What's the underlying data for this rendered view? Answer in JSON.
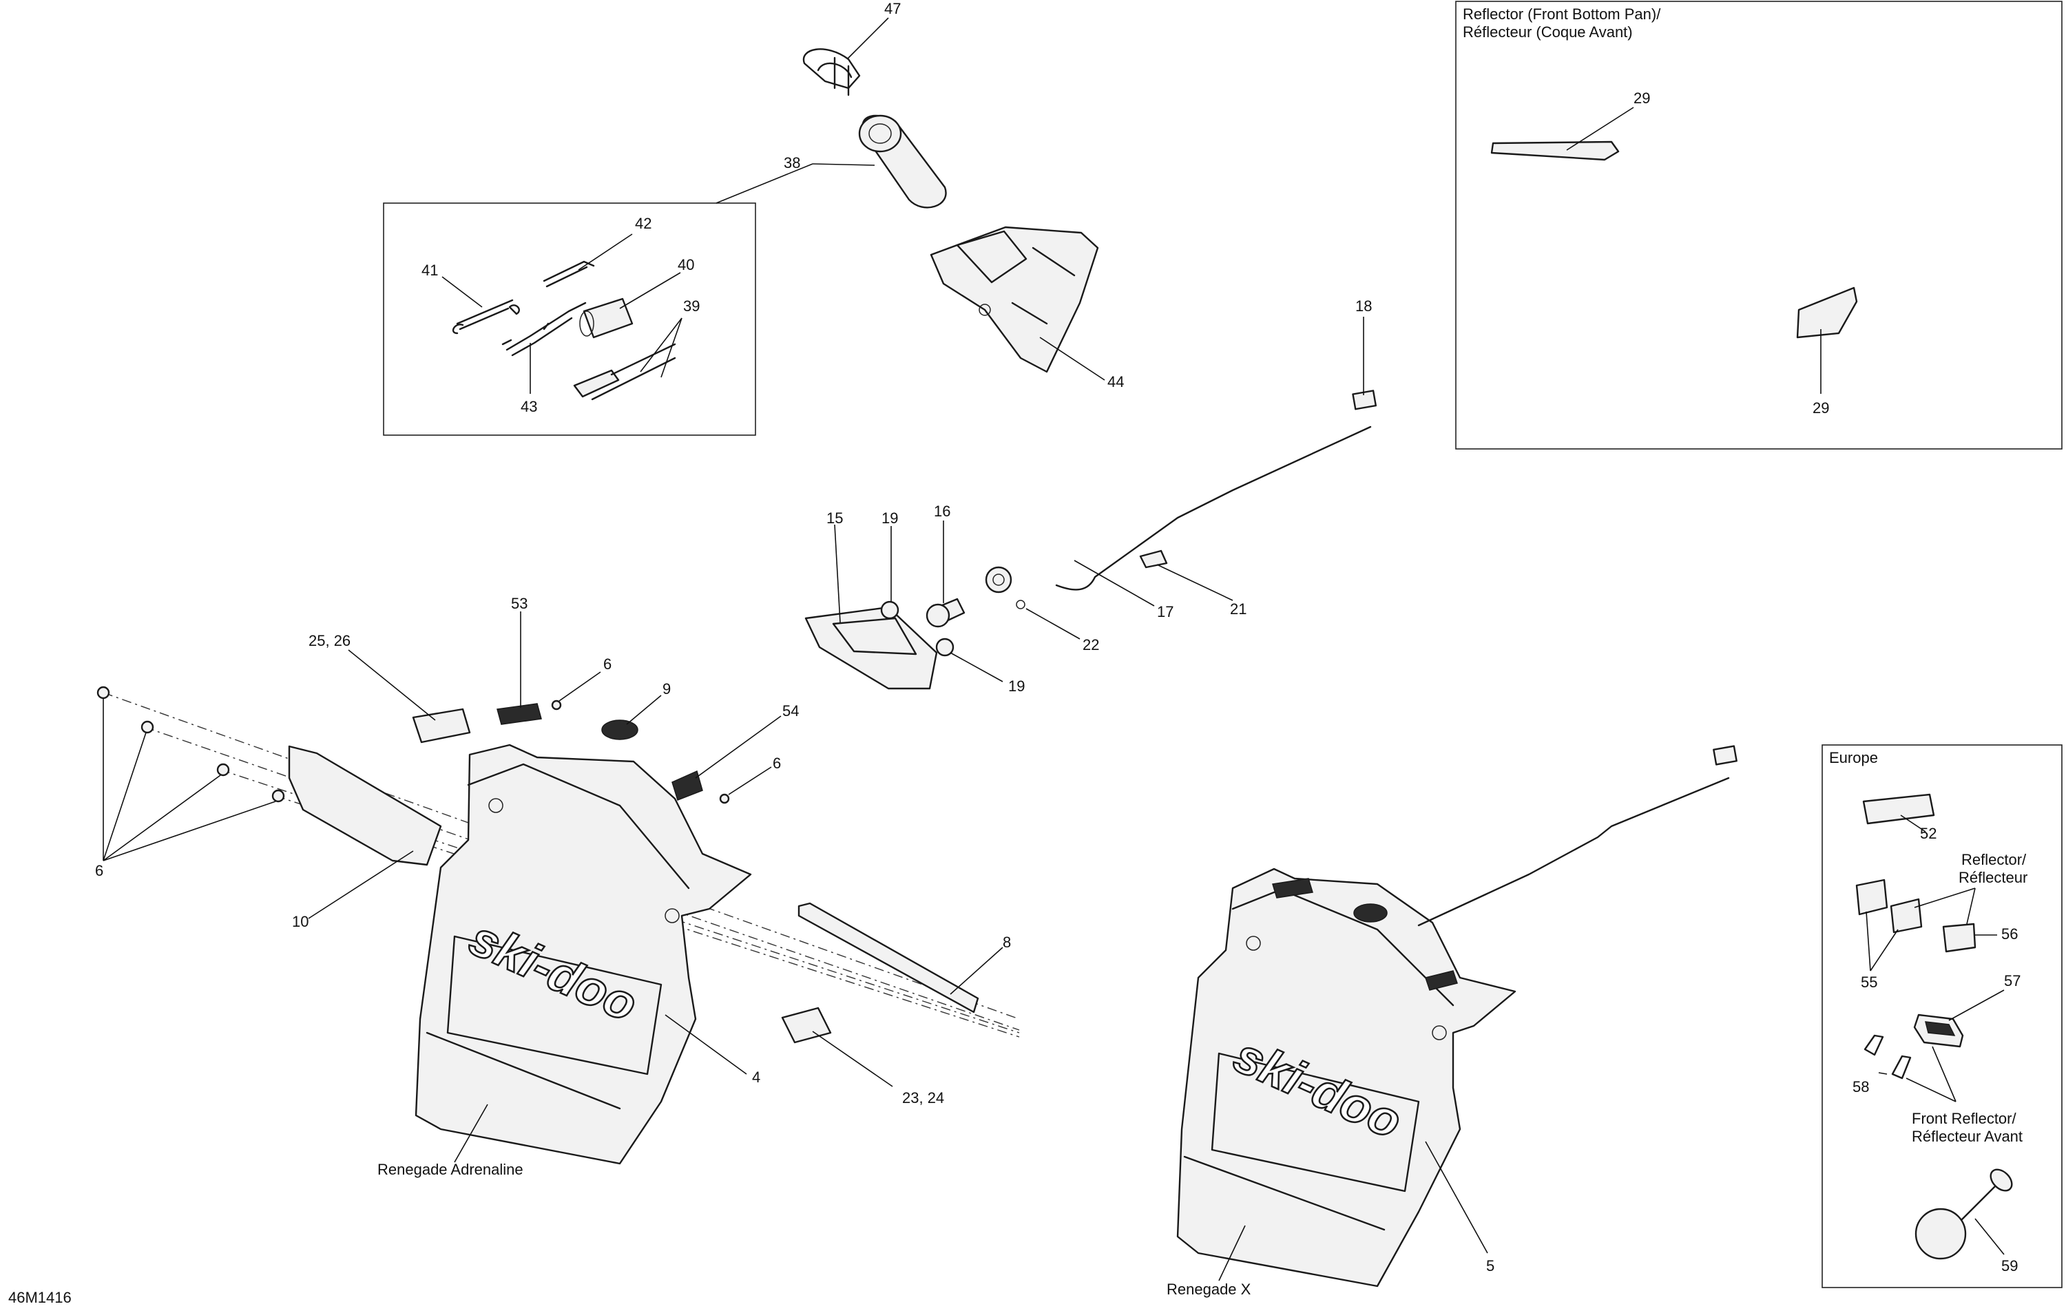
{
  "drawing_code": "46M1416",
  "insets": {
    "reflector": {
      "title_line1": "Reflector (Front Bottom Pan)/",
      "title_line2": "Réflecteur (Coque Avant)"
    },
    "europe": {
      "title": "Europe",
      "reflector_line1": "Reflector/",
      "reflector_line2": "Réflecteur",
      "front_reflector_line1": "Front Reflector/",
      "front_reflector_line2": "Réflecteur Avant"
    }
  },
  "variants": {
    "left": "Renegade Adrenaline",
    "right": "Renegade X"
  },
  "callouts": {
    "c47": "47",
    "c38": "38",
    "c42": "42",
    "c41": "41",
    "c40": "40",
    "c39": "39",
    "c43": "43",
    "c44": "44",
    "c18": "18",
    "c29a": "29",
    "c29b": "29",
    "c15": "15",
    "c19a": "19",
    "c16": "16",
    "c17": "17",
    "c21": "21",
    "c22": "22",
    "c19b": "19",
    "c53": "53",
    "c2526": "25, 26",
    "c6a": "6",
    "c9": "9",
    "c54": "54",
    "c6b": "6",
    "c6c": "6",
    "c10": "10",
    "c8": "8",
    "c4": "4",
    "c2324": "23, 24",
    "c5": "5",
    "c52": "52",
    "c56": "56",
    "c55": "55",
    "c57": "57",
    "c58": "58",
    "c59": "59"
  }
}
